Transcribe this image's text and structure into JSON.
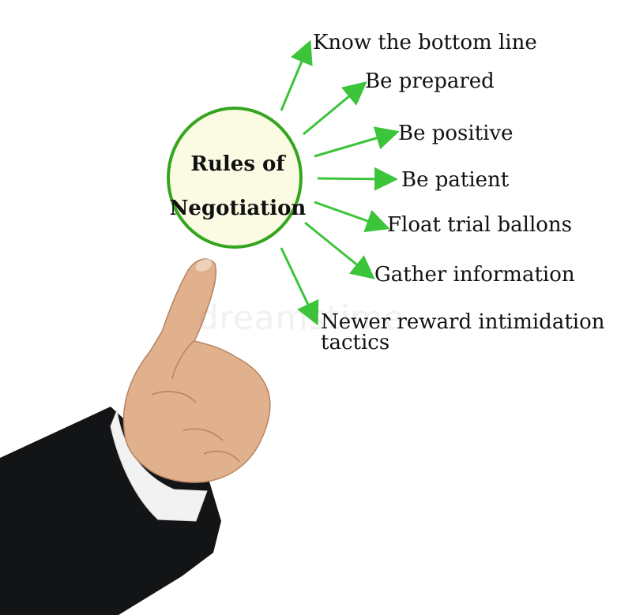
{
  "diagram": {
    "center": {
      "line1": "Rules of",
      "line2": "Negotiation"
    },
    "rules": [
      {
        "label": "Know the bottom line"
      },
      {
        "label": "Be prepared"
      },
      {
        "label": "Be positive"
      },
      {
        "label": "Be patient"
      },
      {
        "label": "Float trial ballons"
      },
      {
        "label": "Gather information"
      },
      {
        "label": "Newer reward intimidation tactics"
      }
    ],
    "arrow_color": "#3cc43a",
    "circle_border_color": "#35a51f",
    "circle_fill_color": "#fbfbe3"
  },
  "watermark": {
    "text": "dreamstime"
  },
  "image": {
    "description_icon": "hand-pointing-icon"
  }
}
